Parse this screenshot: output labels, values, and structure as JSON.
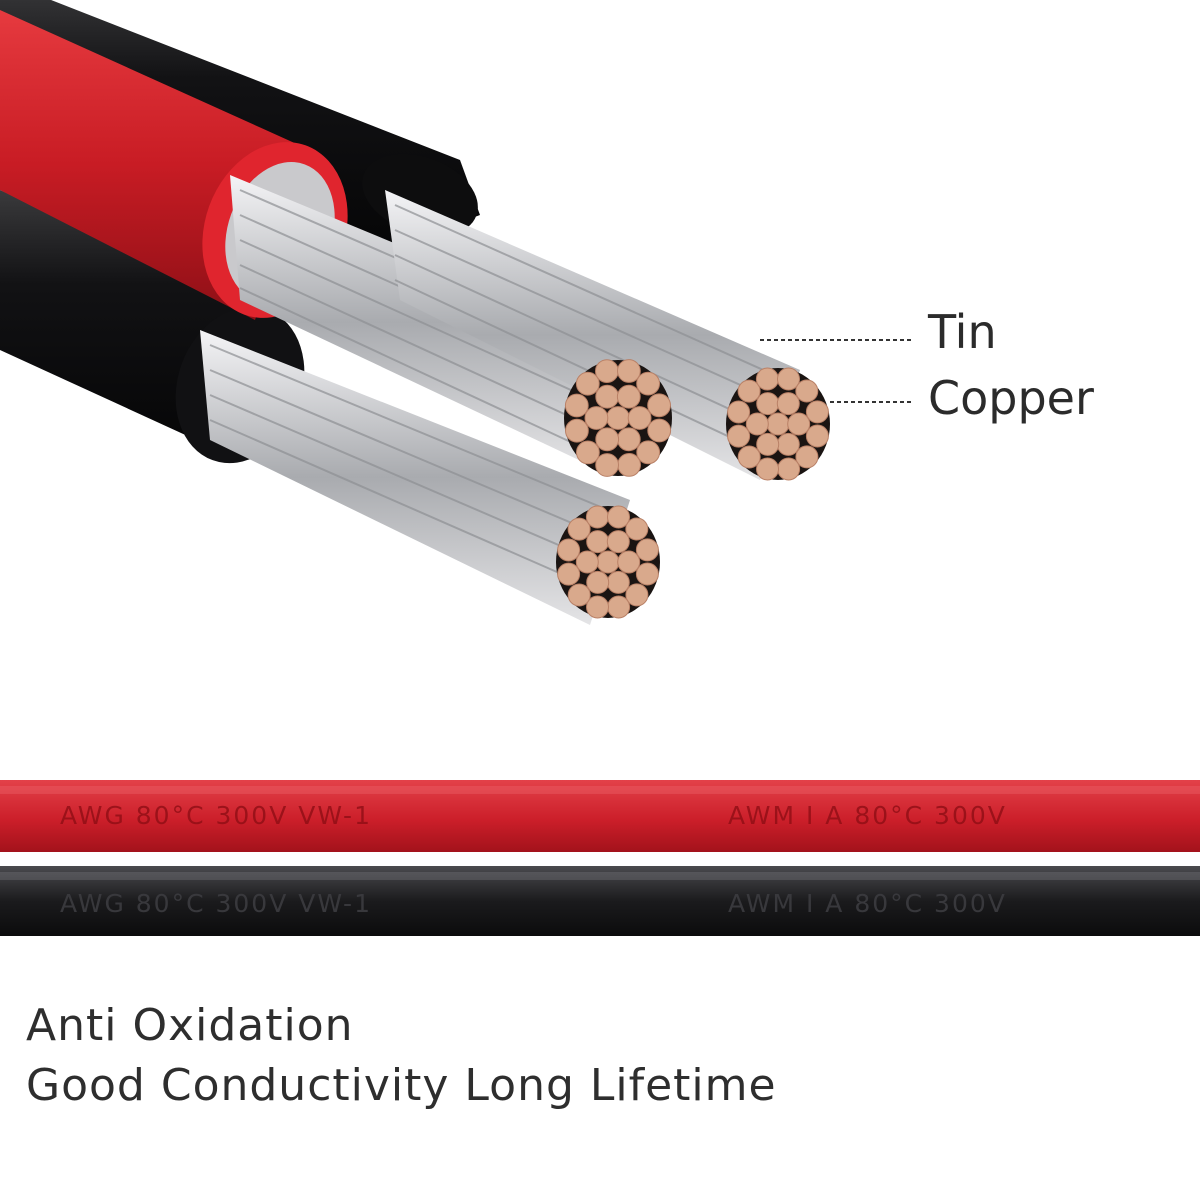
{
  "callouts": {
    "tin": "Tin",
    "copper": "Copper"
  },
  "wires": {
    "red": {
      "print_left": "AWG 80°C 300V VW-1",
      "print_right": "AWM I A 80°C 300V",
      "color": "#d3232f"
    },
    "black": {
      "print_left": "AWG 80°C 300V VW-1",
      "print_right": "AWM I A 80°C 300V",
      "color": "#1c1c1e"
    }
  },
  "caption": {
    "line1": "Anti Oxidation",
    "line2": "Good Conductivity Long Lifetime"
  },
  "colors": {
    "copper": "#d9a98c",
    "tin": "#d6d6d8",
    "red_insulation": "#d3232f",
    "black_insulation": "#1c1c1e"
  }
}
